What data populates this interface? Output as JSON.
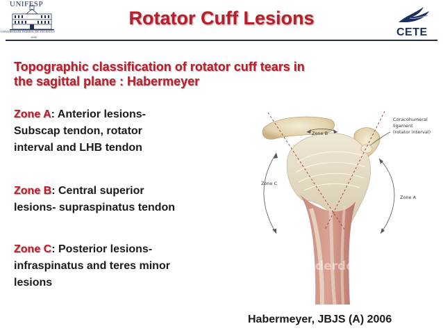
{
  "header": {
    "left_logo_name": "UNIFESP",
    "left_logo_subtitle": "UNIVERSIDADE FEDERAL DE SÃO PAULO",
    "left_logo_mark": "1933",
    "title": "Rotator Cuff Lesions",
    "right_logo_name": "CETE"
  },
  "subtitle": {
    "line1": "Topographic classification of rotator cuff tears in",
    "line2": "the sagittal plane : Habermeyer"
  },
  "zones": [
    {
      "label": "Zone A",
      "lines": [
        ": Anterior lesions-",
        "Subscap tendon, rotator",
        "interval and LHB tendon"
      ]
    },
    {
      "label": "Zone B",
      "lines": [
        ": Central superior",
        "lesions- supraspinatus tendon"
      ]
    },
    {
      "label": "Zone C",
      "lines": [
        ": Posterior lesions-",
        "infraspinatus and teres minor",
        "lesions"
      ]
    }
  ],
  "figure": {
    "label_zone_a": "Zone A",
    "label_zone_b": "Zone B",
    "label_zone_c": "Zone C",
    "ligament_line1": "Coracohumeral",
    "ligament_line2": "ligament",
    "ligament_line3": "(rotator interval)",
    "watermark": "Shoulderdoc.co.uk"
  },
  "citation": "Habermeyer, JBJS (A) 2006",
  "colors": {
    "title_red": "#bd1d2a",
    "navy": "#1d2957",
    "text": "#1a1a1a"
  },
  "icons": [
    "university-building-logo",
    "cete-bird-logo"
  ]
}
